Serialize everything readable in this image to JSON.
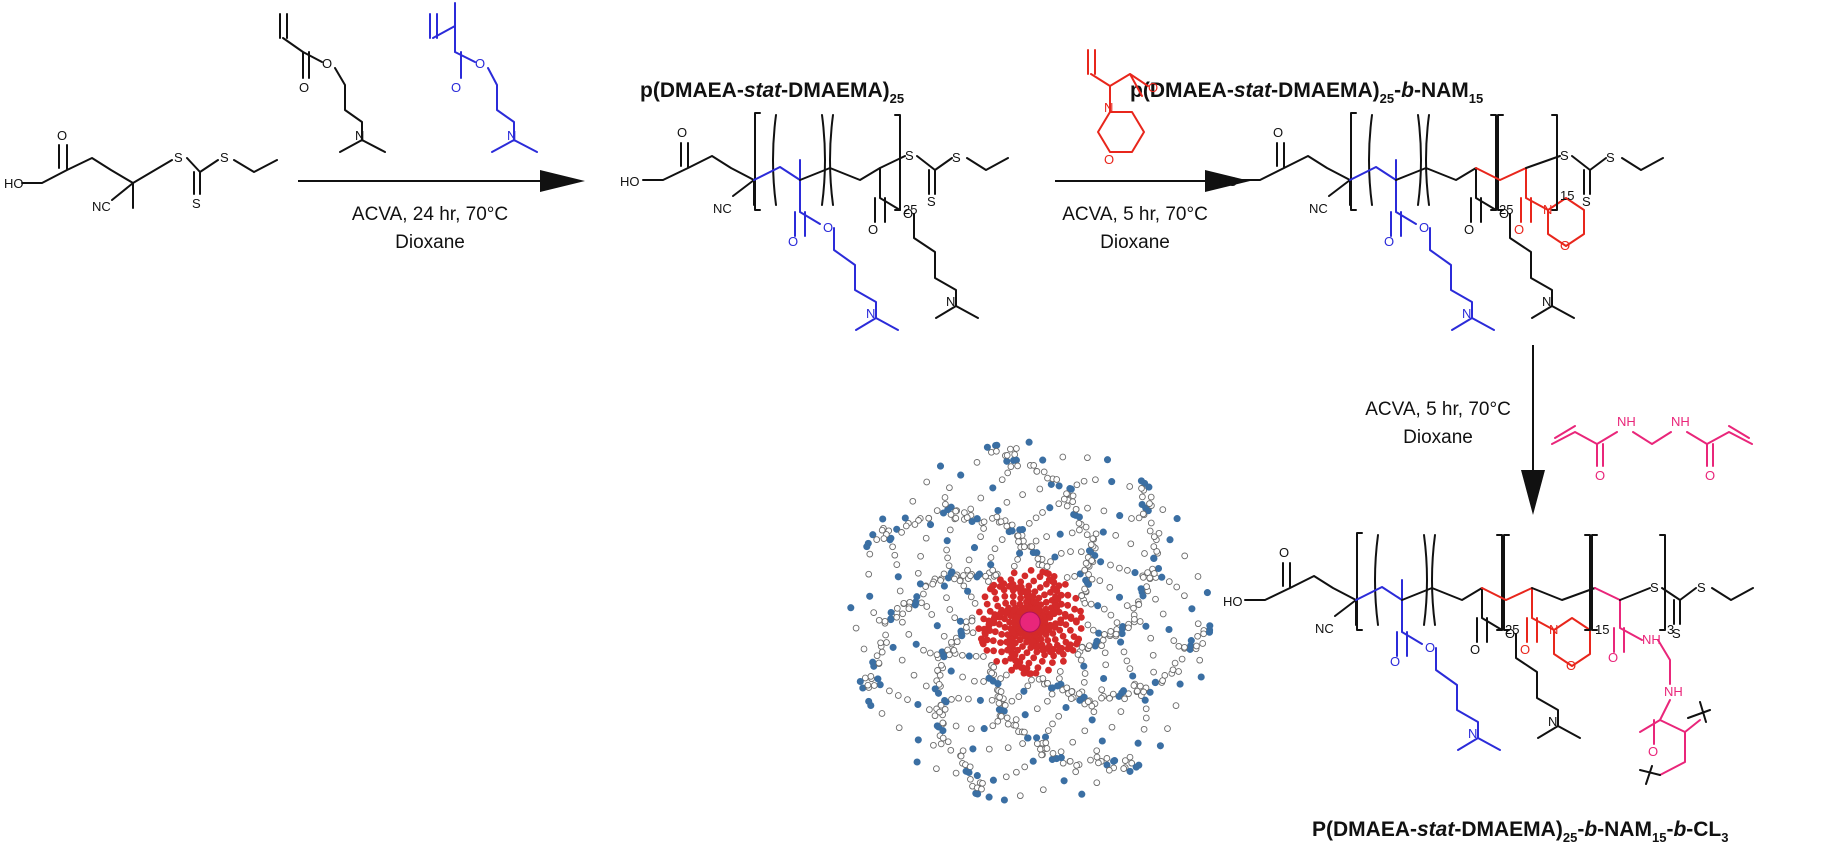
{
  "titles": {
    "p1": {
      "pre": "p(DMAEA-",
      "it": "stat",
      "mid": "-DMAEMA)",
      "sub": "25"
    },
    "p2": {
      "pre": "p(DMAEA-",
      "it1": "stat",
      "mid": "-DMAEMA)",
      "sub1": "25",
      "dash1": "-",
      "it2": "b",
      "mid2": "-NAM",
      "sub2": "15"
    },
    "p3": {
      "pre": "P(DMAEA-",
      "it1": "stat",
      "mid": "-DMAEMA)",
      "sub1": "25",
      "dash1": "-",
      "it2": "b",
      "mid2": "-NAM",
      "sub2": "15",
      "dash2": "-",
      "it3": "b",
      "mid3": "-CL",
      "sub3": "3"
    }
  },
  "conditions": {
    "step1": {
      "line1": "ACVA, 24 hr, 70°C",
      "line2": "Dioxane"
    },
    "step2": {
      "line1": "ACVA, 5 hr, 70°C",
      "line2": "Dioxane"
    },
    "step3": {
      "line1": "ACVA, 5 hr, 70°C",
      "line2": "Dioxane"
    }
  },
  "atoms": {
    "HO": "HO",
    "O": "O",
    "S": "S",
    "N": "N",
    "NC": "NC",
    "NH": "NH",
    "n25": "25",
    "n15": "15",
    "n3": "3"
  },
  "colors": {
    "dmaea": "#111111",
    "dmaema": "#2b2bd9",
    "nam": "#e8261c",
    "crosslinker": "#e9267a",
    "micelle_core": "#d42a2a",
    "micelle_shell_bead": "#ffffff",
    "micelle_shell_dot": "#3b6fa3"
  }
}
